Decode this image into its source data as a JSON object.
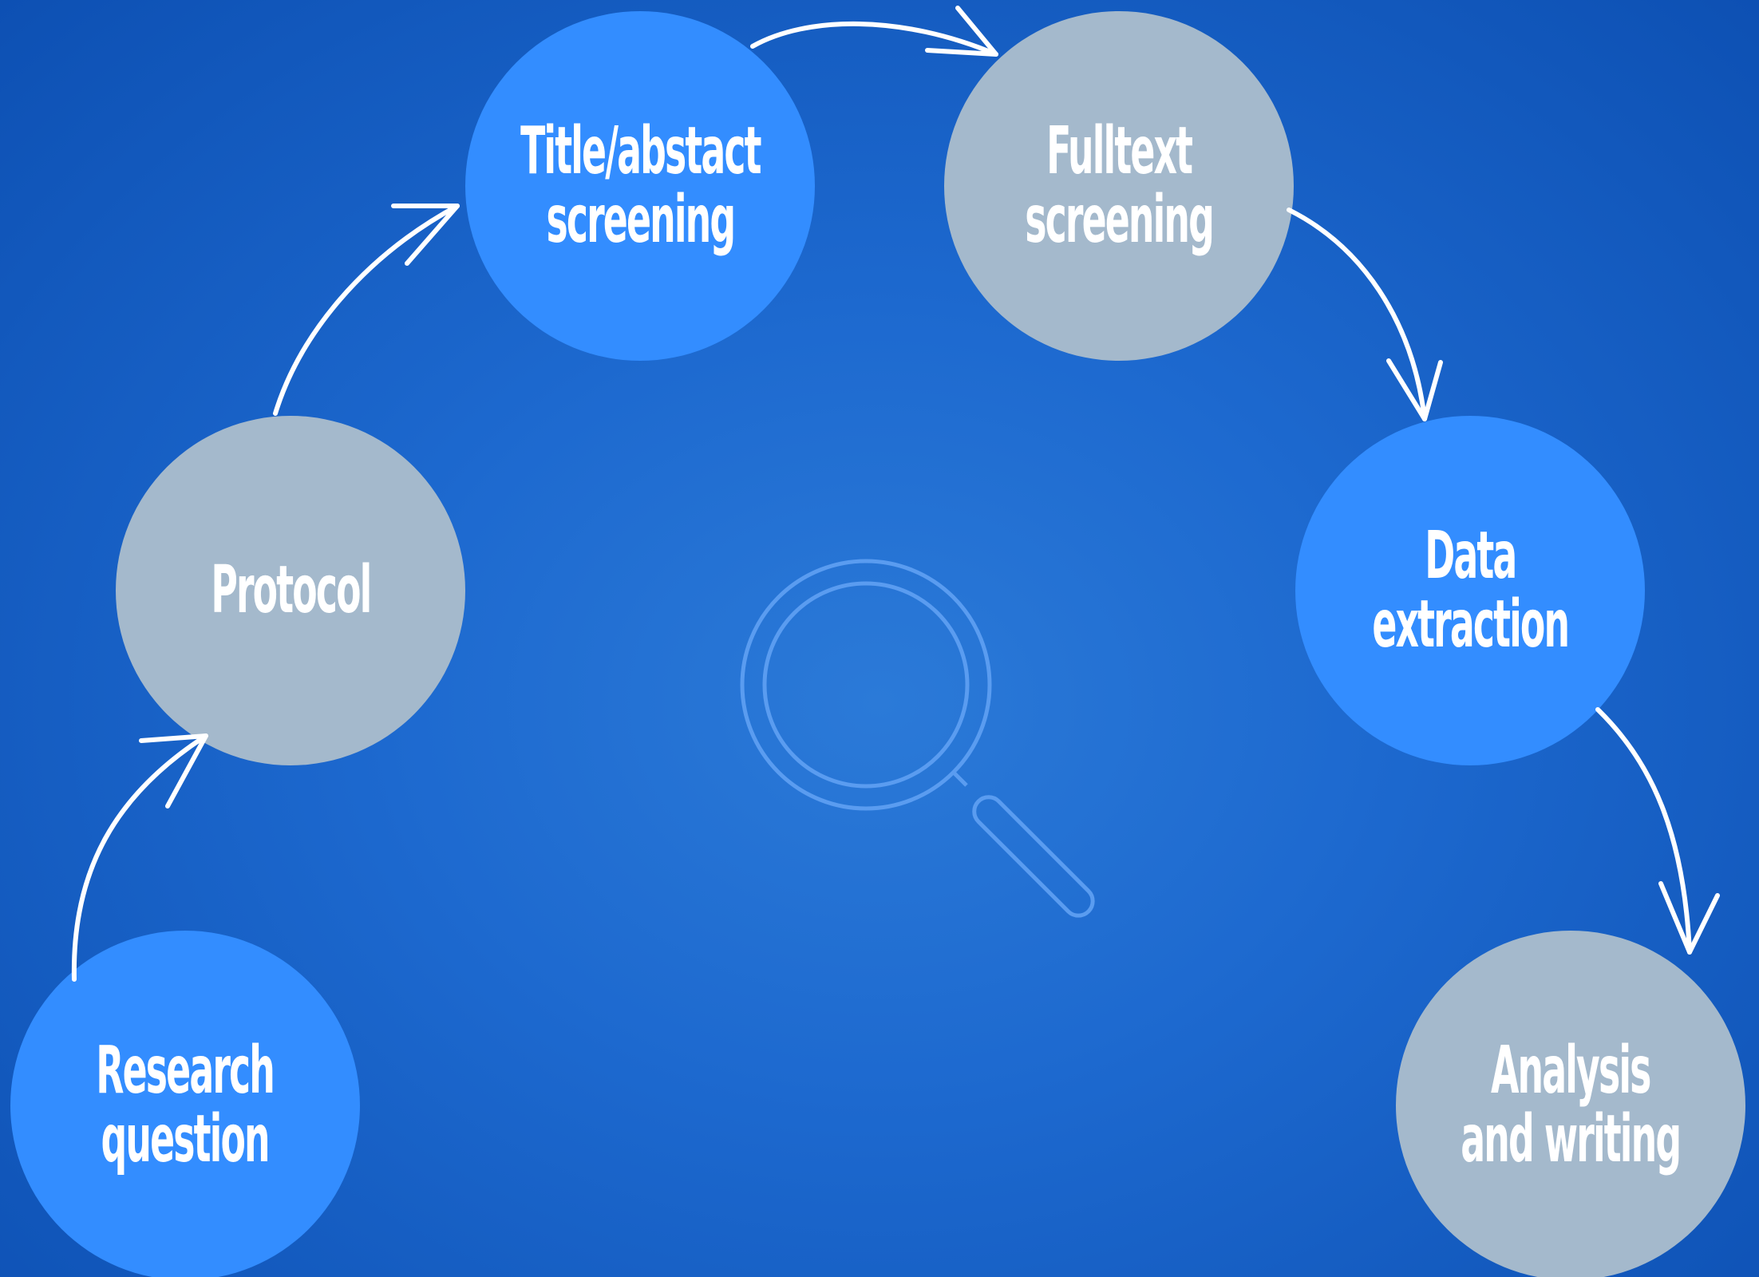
{
  "diagram": {
    "steps": [
      {
        "id": "research-question",
        "lines": [
          "Research",
          "question"
        ],
        "color": "#338dff"
      },
      {
        "id": "protocol",
        "lines": [
          "Protocol"
        ],
        "color": "#a4b9cc"
      },
      {
        "id": "title-abstract-screening",
        "lines": [
          "Title/abstact",
          "screening"
        ],
        "color": "#338dff"
      },
      {
        "id": "fulltext-screening",
        "lines": [
          "Fulltext",
          "screening"
        ],
        "color": "#a4b9cc"
      },
      {
        "id": "data-extraction",
        "lines": [
          "Data",
          "extraction"
        ],
        "color": "#338dff"
      },
      {
        "id": "analysis-and-writing",
        "lines": [
          "Analysis",
          "and writing"
        ],
        "color": "#a4b9cc"
      }
    ],
    "center_icon": "magnifying-glass-icon",
    "background_color": "#1d69cf",
    "icon_color": "#5a9cf0"
  }
}
